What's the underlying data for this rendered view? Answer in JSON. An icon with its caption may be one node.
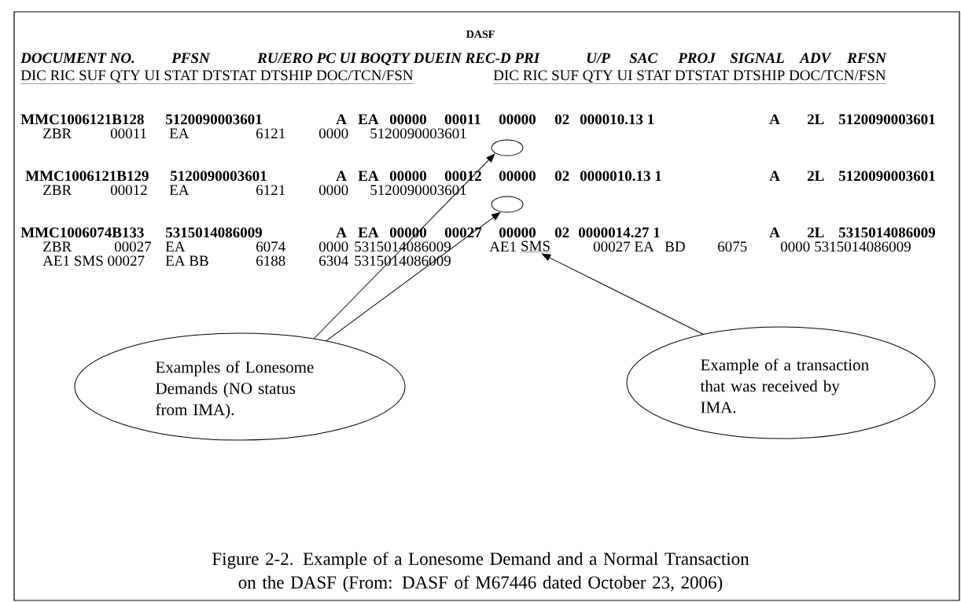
{
  "diagram": {
    "title": "DASF",
    "caption": "Figure 2-2.  Example of a Lonesome Demand and a Normal Transaction on the DASF (From:  DASF of M67446 dated October 23, 2006)",
    "nodes": [
      {
        "text": [],
        "shape": "circle"
      },
      {
        "text": [],
        "shape": "circle"
      },
      {
        "text": [
          "SMS"
        ]
      },
      {
        "text": [
          "Examples of Lonesome Demands (NO status from IMA)."
        ]
      },
      {
        "text": [
          "Example of a transaction that was received by IMA."
        ]
      }
    ],
    "edges": [
      {
        "from": 3,
        "to": 0,
        "arrow": "to"
      },
      {
        "from": 3,
        "to": 1,
        "arrow": "to"
      },
      {
        "from": 4,
        "to": 2,
        "arrow": "to"
      }
    ],
    "labels": [
      "DOCUMENT NO.",
      "PFSN",
      "RU/ERO PC UI BOQTY DUEIN REC-D PRI",
      "U/P",
      "SAC",
      "PROJ",
      "SIGNAL",
      "ADV",
      "RFSN",
      "DIC RIC SUF QTY UI STAT DTSTAT DTSHIP DOC/TCN/FSN",
      "DIC RIC SUF QTY UI STAT DTSTAT DTSHIP DOC/TCN/FSN",
      "MMC1006121B128",
      "5120090003601",
      "A",
      "EA",
      "00000",
      "00011",
      "00000",
      "02",
      "000010.13 1",
      "A",
      "2L",
      "5120090003601",
      "ZBR",
      "00011",
      "EA",
      "6121",
      "0000",
      "5120090003601",
      "MMC1006121B129",
      "5120090003601",
      "A",
      "EA",
      "00000",
      "00012",
      "00000",
      "02",
      "0000010.13 1",
      "A",
      "2L",
      "5120090003601",
      "ZBR",
      "00012",
      "EA",
      "6121",
      "0000",
      "5120090003601",
      "MMC1006074B133",
      "5315014086009",
      "A",
      "EA",
      "00000",
      "00027",
      "00000",
      "02",
      "0000014.27 1",
      "A",
      "2L",
      "5315014086009",
      "ZBR",
      "00027",
      "EA",
      "6074",
      "0000",
      "5315014086009",
      "AE1",
      "00027 EA",
      "BD",
      "6075",
      "0000",
      "5315014086009",
      "AE1 SMS 00027",
      "EA BB",
      "6188",
      "6304",
      "5315014086009"
    ]
  }
}
